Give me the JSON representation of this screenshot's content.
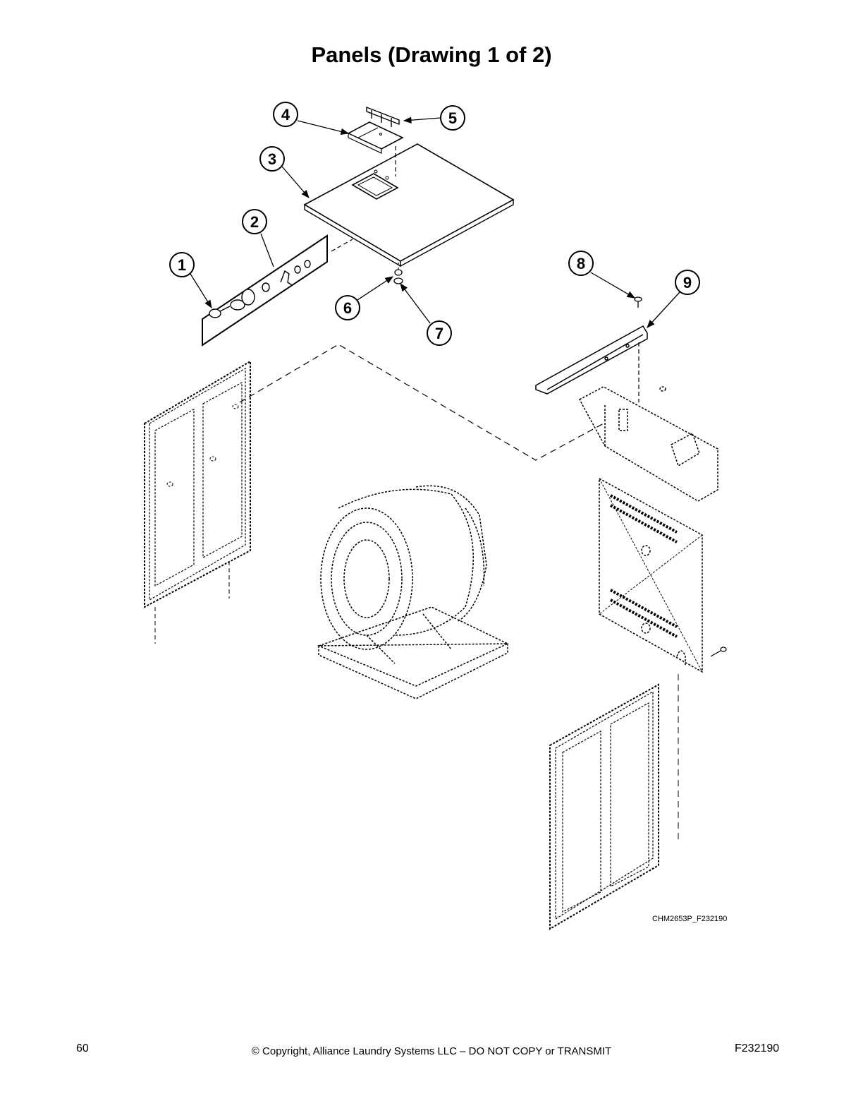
{
  "title": "Panels (Drawing 1 of 2)",
  "figure_id": "CHM2653P_F232190",
  "callouts": [
    "1",
    "2",
    "3",
    "4",
    "5",
    "6",
    "7",
    "8",
    "9"
  ],
  "footer": {
    "page_number": "60",
    "copyright": "© Copyright, Alliance Laundry Systems LLC – DO NOT COPY or TRANSMIT",
    "doc_number": "F232190"
  }
}
